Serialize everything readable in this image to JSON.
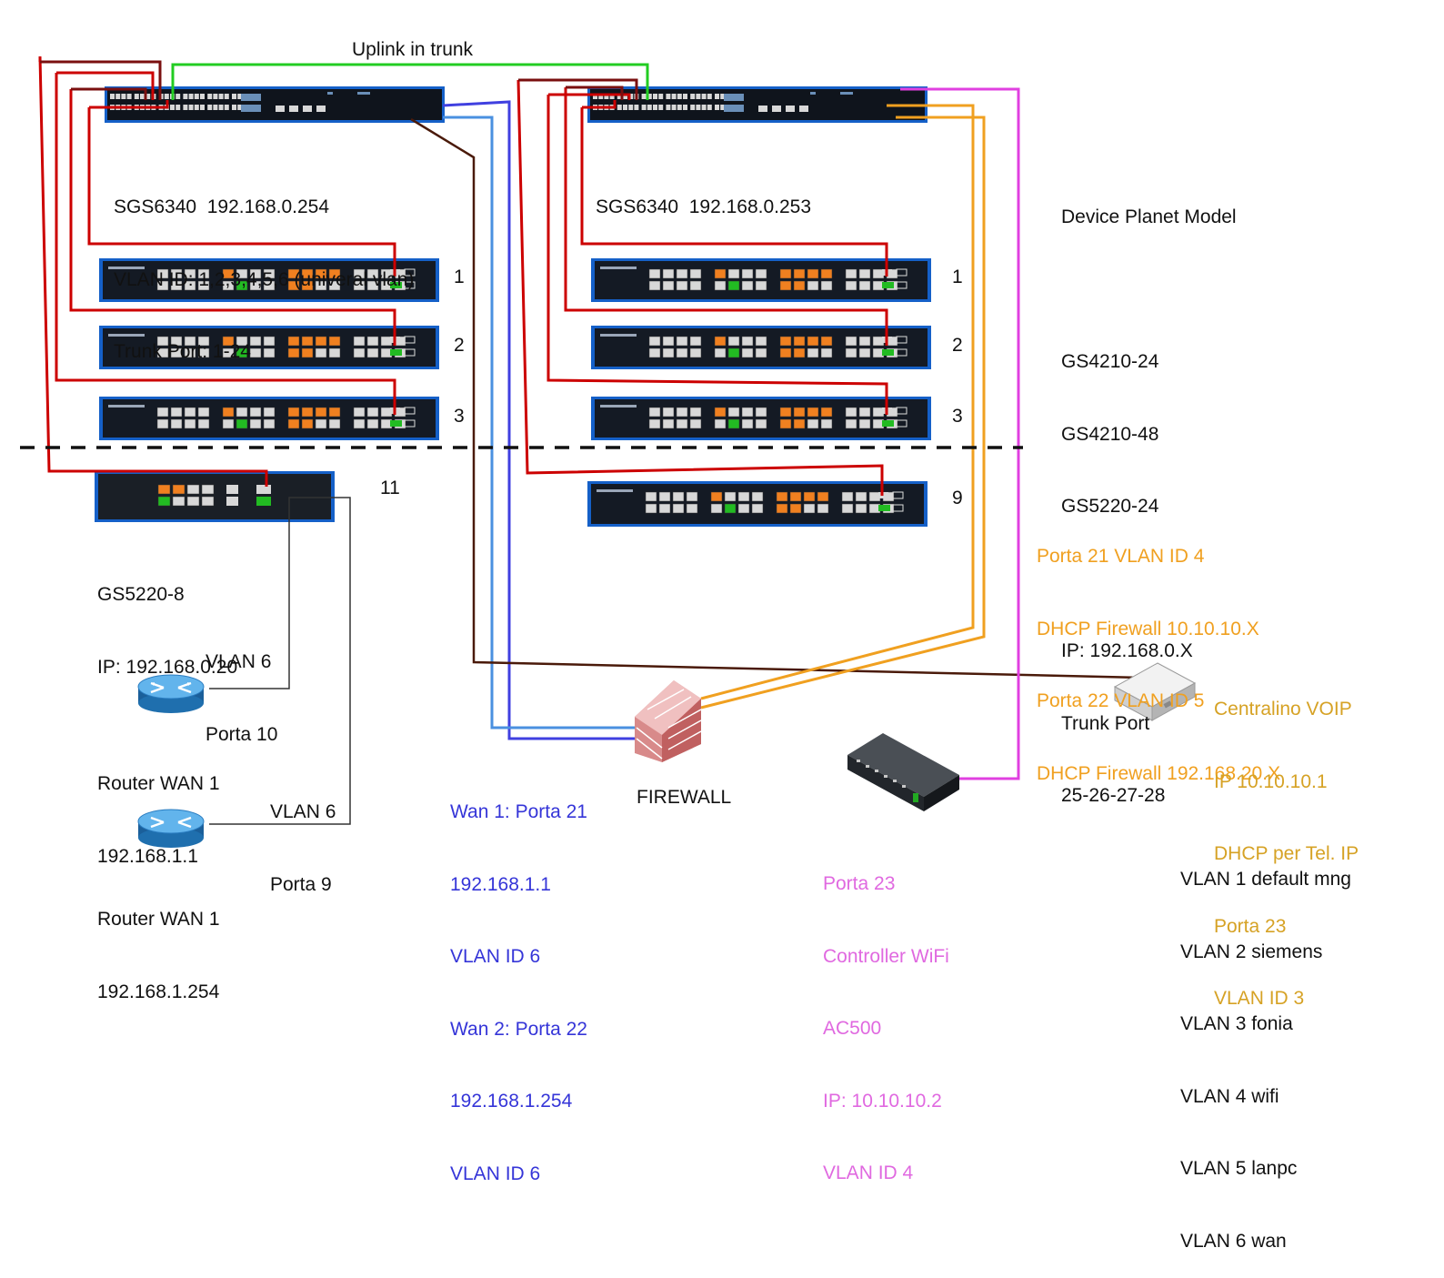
{
  "uplink_label": "Uplink in trunk",
  "core_left": {
    "lines": [
      "SGS6340  192.168.0.254",
      "VLAN ID: 1,2,3,4,5,6 (univeral vlan)",
      "Trunk Port: 1-24"
    ]
  },
  "core_right": {
    "lines": [
      "SGS6340  192.168.0.253"
    ]
  },
  "left_access_numbers": [
    "1",
    "2",
    "3"
  ],
  "right_access_numbers": [
    "1",
    "2",
    "3"
  ],
  "edge_switch_left_number": "11",
  "edge_switch_right_number": "9",
  "device_model_block": {
    "lines": [
      "Device Planet Model",
      "",
      "GS4210-24",
      "GS4210-48",
      "GS5220-24",
      "",
      "IP: 192.168.0.X",
      "Trunk Port",
      "25-26-27-28"
    ]
  },
  "gs5220": {
    "lines": [
      "GS5220-8",
      "IP: 192.168.0.20"
    ]
  },
  "vlan6_porta10": {
    "lines": [
      "VLAN 6",
      "Porta 10"
    ]
  },
  "router1": {
    "lines": [
      "Router WAN 1",
      "192.168.1.1"
    ]
  },
  "vlan6_porta9": {
    "lines": [
      "VLAN 6",
      "Porta 9"
    ]
  },
  "router2": {
    "lines": [
      "Router WAN 1",
      "192.168.1.254"
    ]
  },
  "wan_block": {
    "lines": [
      "Wan 1: Porta 21",
      "192.168.1.1",
      "VLAN ID 6",
      "Wan 2: Porta 22",
      "192.168.1.254",
      "VLAN ID 6"
    ]
  },
  "firewall_label": "FIREWALL",
  "wifi_block": {
    "lines": [
      "Porta 23",
      "Controller WiFi",
      "AC500",
      "IP: 10.10.10.2",
      "VLAN ID 4"
    ]
  },
  "dhcp_block": {
    "lines": [
      "Porta 21 VLAN ID 4",
      "DHCP Firewall 10.10.10.X",
      "Porta 22 VLAN ID 5",
      "DHCP Firewall 192.168.20.X"
    ]
  },
  "voip_block": {
    "lines": [
      "Centralino VOIP",
      "IP 10.10.10.1",
      "DHCP per Tel. IP",
      "Porta 23",
      "VLAN ID 3"
    ]
  },
  "vlan_legend": {
    "lines": [
      "VLAN 1 default mng",
      "VLAN 2 siemens",
      "VLAN 3 fonia",
      "VLAN 4 wifi",
      "VLAN 5 lanpc",
      "VLAN 6 wan"
    ]
  },
  "colors": {
    "trunk_red": "#cc0000",
    "dark_red": "#7a0f0f",
    "uplink_green": "#22cc22",
    "wan_blue": "#4040e0",
    "wan_blue_light": "#4a90e0",
    "voip_brown": "#4a1a0a",
    "lan_orange": "#f0a020",
    "wifi_magenta": "#e040e0",
    "switch_body": "#141a24",
    "switch_border": "#1560c8",
    "port_orange": "#f08020",
    "port_green": "#22bb22",
    "port_grey": "#d8d8d8"
  }
}
